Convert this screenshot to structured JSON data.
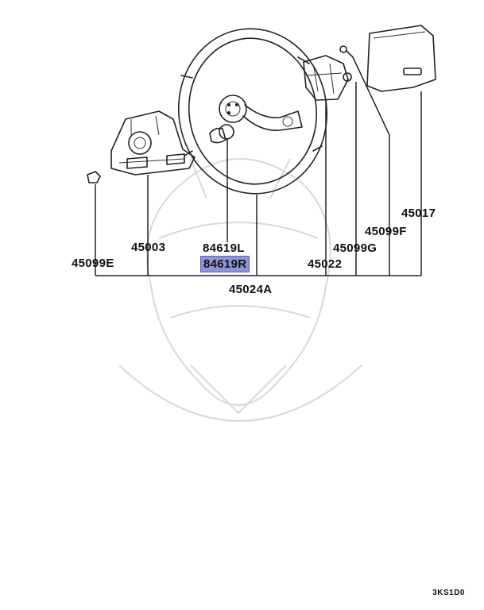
{
  "diagram": {
    "parts": [
      {
        "id": "45099E",
        "label": "45099E"
      },
      {
        "id": "45003",
        "label": "45003"
      },
      {
        "id": "84619L",
        "label": "84619L"
      },
      {
        "id": "84619R",
        "label": "84619R",
        "highlighted": true
      },
      {
        "id": "45024A",
        "label": "45024A"
      },
      {
        "id": "45022",
        "label": "45022"
      },
      {
        "id": "45099G",
        "label": "45099G"
      },
      {
        "id": "45099F",
        "label": "45099F"
      },
      {
        "id": "45017",
        "label": "45017"
      }
    ],
    "code": "3KS1D0",
    "highlight_color": "#8e94d6"
  }
}
